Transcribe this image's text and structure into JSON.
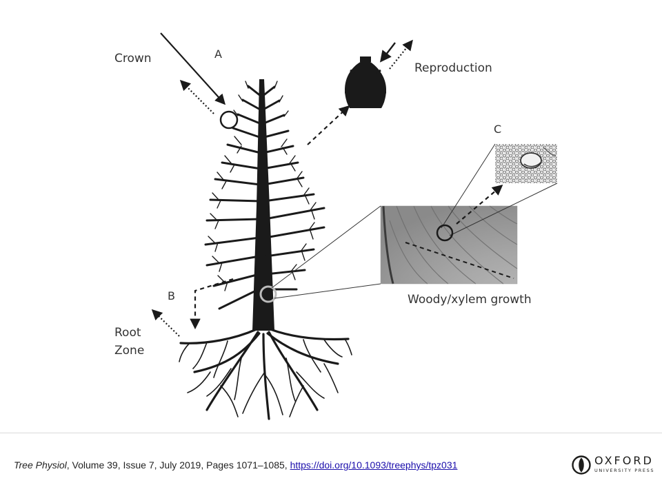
{
  "diagram": {
    "labels": {
      "crown": "Crown",
      "a": "A",
      "reproduction": "Reproduction",
      "c": "C",
      "b": "B",
      "root": "Root",
      "zone": "Zone",
      "woody": "Woody/xylem growth"
    }
  },
  "citation": {
    "journal": "Tree Physiol",
    "details": ", Volume 39, Issue 7, July 2019, Pages 1071–1085, ",
    "doi": "https://doi.org/10.1093/treephys/tpz031"
  },
  "publisher": {
    "name": "OXFORD",
    "sub": "UNIVERSITY PRESS"
  },
  "colors": {
    "ink": "#1a1a1a",
    "link": "#1a0dab"
  }
}
